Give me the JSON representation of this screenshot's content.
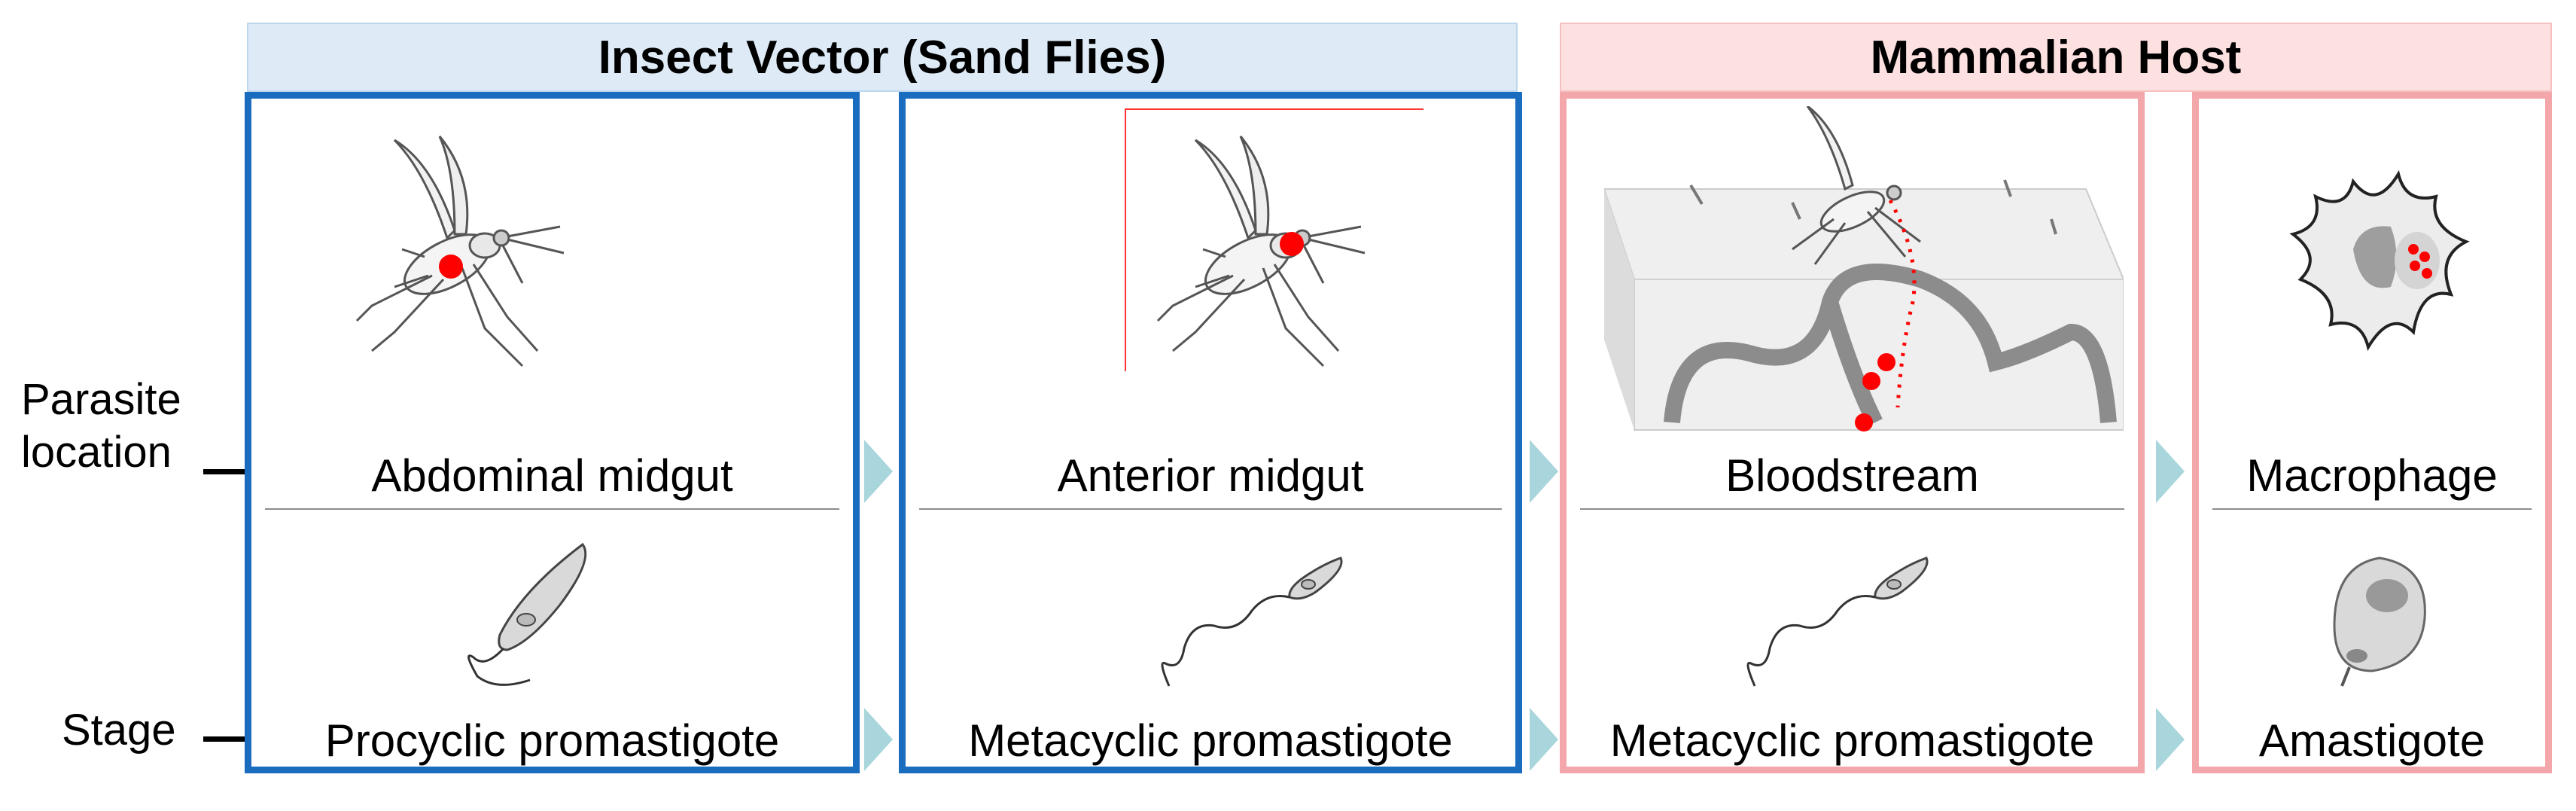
{
  "headers": {
    "vector": "Insect Vector (Sand Flies)",
    "host": "Mammalian Host"
  },
  "row_labels": {
    "location_line1": "Parasite",
    "location_line2": "location",
    "stage": "Stage"
  },
  "panels": [
    {
      "location": "Abdominal midgut",
      "stage": "Procyclic promastigote"
    },
    {
      "location": "Anterior midgut",
      "stage": "Metacyclic promastigote"
    },
    {
      "location": "Bloodstream",
      "stage": "Metacyclic promastigote"
    },
    {
      "location": "Macrophage",
      "stage": "Amastigote"
    }
  ],
  "colors": {
    "vector_border": "#1a6cbf",
    "vector_header": "#deebf7",
    "host_border": "#f4a7ab",
    "host_header": "#fde0e0",
    "arrow": "#a9d6dc",
    "parasite": "#ff0000"
  }
}
